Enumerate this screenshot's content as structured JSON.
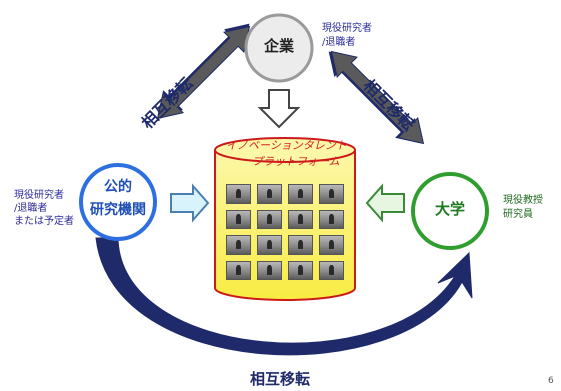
{
  "nodes": {
    "company": {
      "label": "企業",
      "note_line1": "現役研究者",
      "note_line2": "/退職者"
    },
    "public_institution": {
      "label_line1": "公的",
      "label_line2": "研究機関",
      "note_line1": "現役研究者",
      "note_line2": "/退職者",
      "note_line3": "または予定者"
    },
    "university": {
      "label": "大学",
      "note_line1": "現役教授",
      "note_line2": "研究員"
    },
    "platform": {
      "label_line1": "イノベーションタレント",
      "label_line2": "プラットフォーム",
      "thumbnail_count": 16
    }
  },
  "mobility_labels": {
    "top_left": "相互移転",
    "top_right": "相互移転",
    "bottom": "相互移転"
  },
  "page_number": "6",
  "colors": {
    "company_circle": "#9a9a9a",
    "public_circle": "#2b6fe0",
    "university_circle": "#2f9e2f",
    "platform_fill": "#fbf36d",
    "platform_stroke": "#cc1a1a",
    "platform_text": "#d62222",
    "arrow_dark": "#1e2a6a",
    "note_text": "#2b2b9a"
  },
  "icons": {
    "down_arrow": "hollow-down-arrow-icon",
    "right_arrow": "hollow-right-arrow-icon",
    "left_arrow": "hollow-left-arrow-icon",
    "bidirectional": "double-headed-arrow-icon",
    "curved": "curved-arrow-icon"
  }
}
